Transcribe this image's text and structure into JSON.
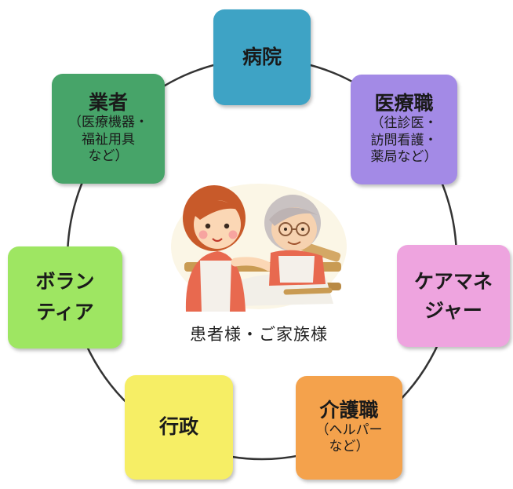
{
  "center": {
    "label": "患者様・ご家族様"
  },
  "nodes": {
    "hospital": {
      "title": "病院",
      "color": "#3ea3c5"
    },
    "medical": {
      "title": "医療職",
      "sub": [
        "（往診医・",
        "訪問看護・",
        "薬局など）"
      ],
      "color": "#a38ae6"
    },
    "caremanager": {
      "title": [
        "ケアマネ",
        "ジャー"
      ],
      "color": "#eea4df"
    },
    "caregiver": {
      "title": "介護職",
      "sub": [
        "（ヘルパー",
        "など）"
      ],
      "color": "#f4a24c"
    },
    "admin": {
      "title": "行政",
      "color": "#f6ee65"
    },
    "volunteer": {
      "title": [
        "ボラン",
        "ティア"
      ],
      "color": "#9ee662"
    },
    "vendor": {
      "title": "業者",
      "sub": [
        "（医療機器・",
        "福祉用具",
        "など）"
      ],
      "color": "#47a469"
    }
  }
}
